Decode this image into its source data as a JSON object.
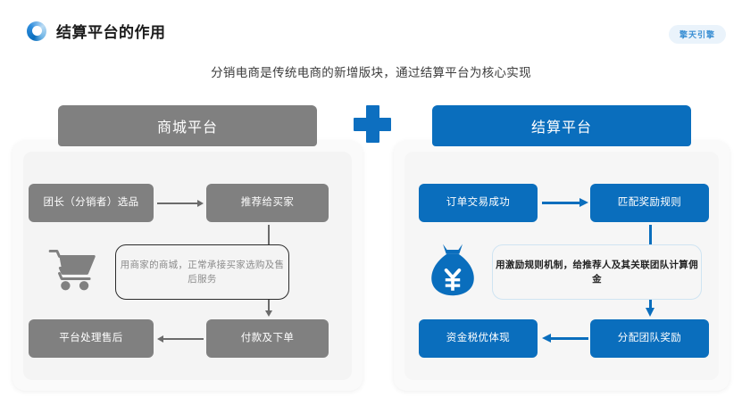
{
  "header": {
    "title": "结算平台的作用",
    "logo_icon": "ring-logo-icon",
    "brand_badge": "擎天引擎"
  },
  "subtitle": "分销电商是传统电商的新增版块，通过结算平台为核心实现",
  "divider_icon": "plus-icon",
  "colors": {
    "brand_blue": "#0a6ebd",
    "plus_blue": "#0d6fc0",
    "gray_node": "#808080",
    "panel_outer_bg": "#fafafa",
    "panel_inner_bg": "#f4f4f4",
    "badge_bg": "#eaf3fb",
    "badge_text": "#3a8fd4",
    "arrow_gray": "#6b6b6b",
    "note_gray_border": "#2b2b2b",
    "note_blue_border": "#cfe4f2"
  },
  "panels": [
    {
      "id": "mall-platform",
      "header": "商城平台",
      "theme": "gray",
      "icon": "shopping-cart-icon",
      "nodes": [
        {
          "id": "l1",
          "label": "团长（分销者）选品"
        },
        {
          "id": "l2",
          "label": "推荐给买家"
        },
        {
          "id": "l3",
          "label": "平台处理售后"
        },
        {
          "id": "l4",
          "label": "付款及下单"
        }
      ],
      "note": "用商家的商城，正常承接买家选购及售后服务",
      "arrows": [
        {
          "from": "l1",
          "to": "l2",
          "direction": "right"
        },
        {
          "from": "l2",
          "to": "l4",
          "direction": "down"
        },
        {
          "from": "l4",
          "to": "l3",
          "direction": "left"
        }
      ]
    },
    {
      "id": "settlement-platform",
      "header": "结算平台",
      "theme": "blue",
      "icon": "money-bag-yen-icon",
      "nodes": [
        {
          "id": "r1",
          "label": "订单交易成功"
        },
        {
          "id": "r2",
          "label": "匹配奖励规则"
        },
        {
          "id": "r3",
          "label": "资金税优体现"
        },
        {
          "id": "r4",
          "label": "分配团队奖励"
        }
      ],
      "note": "用激励规则机制，给推荐人及其关联团队计算佣金",
      "arrows": [
        {
          "from": "r1",
          "to": "r2",
          "direction": "right"
        },
        {
          "from": "r2",
          "to": "r4",
          "direction": "down"
        },
        {
          "from": "r4",
          "to": "r3",
          "direction": "left"
        }
      ]
    }
  ]
}
